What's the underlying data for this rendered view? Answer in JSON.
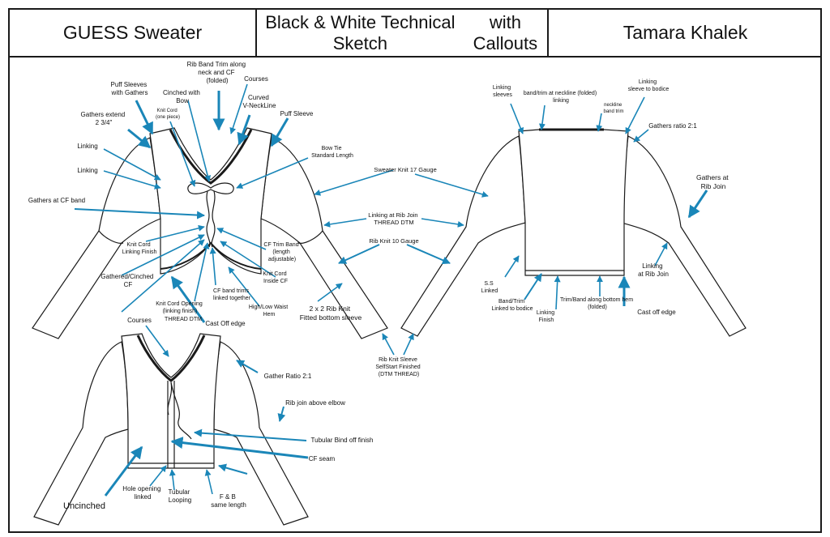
{
  "header": {
    "left_title": "GUESS Sweater",
    "center_title_line1": "Black & White Technical Sketch",
    "center_title_line2": "with Callouts",
    "right_title": "Tamara Khalek"
  },
  "colors": {
    "callout": "#1a86b8",
    "line": "#1a1a1a"
  },
  "front_callouts": {
    "rib_band_trim": [
      "Rib Band Trim along",
      "neck and CF",
      "(folded)"
    ],
    "courses": "Courses",
    "puff_sleeves_gathers": [
      "Puff Sleeves",
      "with Gathers"
    ],
    "cinched_bow": [
      "Cinched with",
      "Bow"
    ],
    "knit_cord_one_piece": [
      "Knit Cord",
      "(one piece)"
    ],
    "curved_neckline": [
      "Curved",
      "V-NeckLine"
    ],
    "puff_sleeve": "Puff Sleeve",
    "gathers_extend": [
      "Gathers extend",
      "2 3/4\""
    ],
    "bow_tie": [
      "Bow Tie",
      "Standard Length"
    ],
    "linking_1": "Linking",
    "linking_2": "Linking",
    "gathers_cf_band": "Gathers at CF band",
    "knit_cord_linking": [
      "Knit Cord",
      "Linking Finish"
    ],
    "cf_trim_band": [
      "CF Trim Band",
      "(length",
      "adjustable)"
    ],
    "gathered_cinched": [
      "Gathered/Cinched",
      "CF"
    ],
    "knit_cord_inside": [
      "Knit Cord",
      "Inside CF"
    ],
    "knit_cord_opening": [
      "Knit Cord Opening",
      "(linking finish)"
    ],
    "thread_dtm": "THREAD DTM",
    "cf_band_trims": [
      "CF band trims",
      "linked together"
    ],
    "high_low_hem": [
      "High/Low Waist",
      "Hem"
    ],
    "cast_off_edge": "Cast Off edge"
  },
  "middle_callouts": {
    "sweater_knit": "Sweater Knit 17 Gauge",
    "linking_rib_join": [
      "Linking at Rib Join",
      "THREAD DTM"
    ],
    "rib_knit": "Rib Knit 10 Gauge",
    "rib_2x2": [
      "2 x 2 Rib Knit",
      "Fitted bottom sleeve"
    ],
    "rib_sleeve": [
      "Rib Knit Sleeve",
      "SelfStart Finished",
      "(DTM THREAD)"
    ]
  },
  "back_callouts": {
    "linking_sleeves": [
      "Linking",
      "sleeves"
    ],
    "band_trim_neckline": [
      "band/trim at neckline (folded)",
      "linking"
    ],
    "neckline_band_trim": [
      "neckline",
      "band trim"
    ],
    "linking_sleeve_bodice": [
      "Linking",
      "sleeve to bodice"
    ],
    "gathers_ratio": "Gathers ratio 2:1",
    "gathers_rib_join": [
      "Gathers at",
      "Rib Join"
    ],
    "ss_linked": [
      "S.S",
      "Linked"
    ],
    "band_trim_linked": [
      "Band/Trim",
      "Linked to bodice"
    ],
    "linking_finish": [
      "Linking",
      "Finish"
    ],
    "trim_bottom_hem": [
      "Trim/Band along bottom hem",
      "(folded)"
    ],
    "cast_off_edge": "Cast off edge",
    "linking_rib_join": [
      "Linking",
      "at Rib Join"
    ]
  },
  "lower_callouts": {
    "courses": "Courses",
    "gather_ratio": "Gather Ratio 2:1",
    "rib_join_elbow": "Rib join above elbow",
    "tubular_bind_off": "Tubular Bind off finish",
    "cf_seam": "CF seam",
    "uncinched": "Uncinched",
    "hole_opening": [
      "Hole opening",
      "linked"
    ],
    "tubular_looping": [
      "Tubular",
      "Looping"
    ],
    "f_b_length": [
      "F & B",
      "same length"
    ]
  }
}
